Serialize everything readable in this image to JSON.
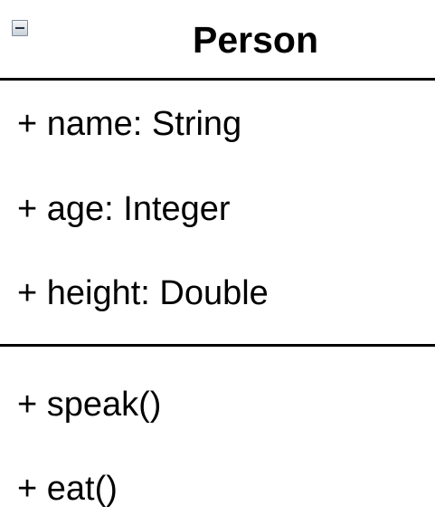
{
  "class": {
    "name": "Person",
    "toggle_icon": "collapse-minus-icon",
    "attributes": [
      "+ name: String",
      "+ age: Integer",
      "+ height: Double"
    ],
    "operations": [
      "+ speak()",
      "+ eat()"
    ]
  }
}
